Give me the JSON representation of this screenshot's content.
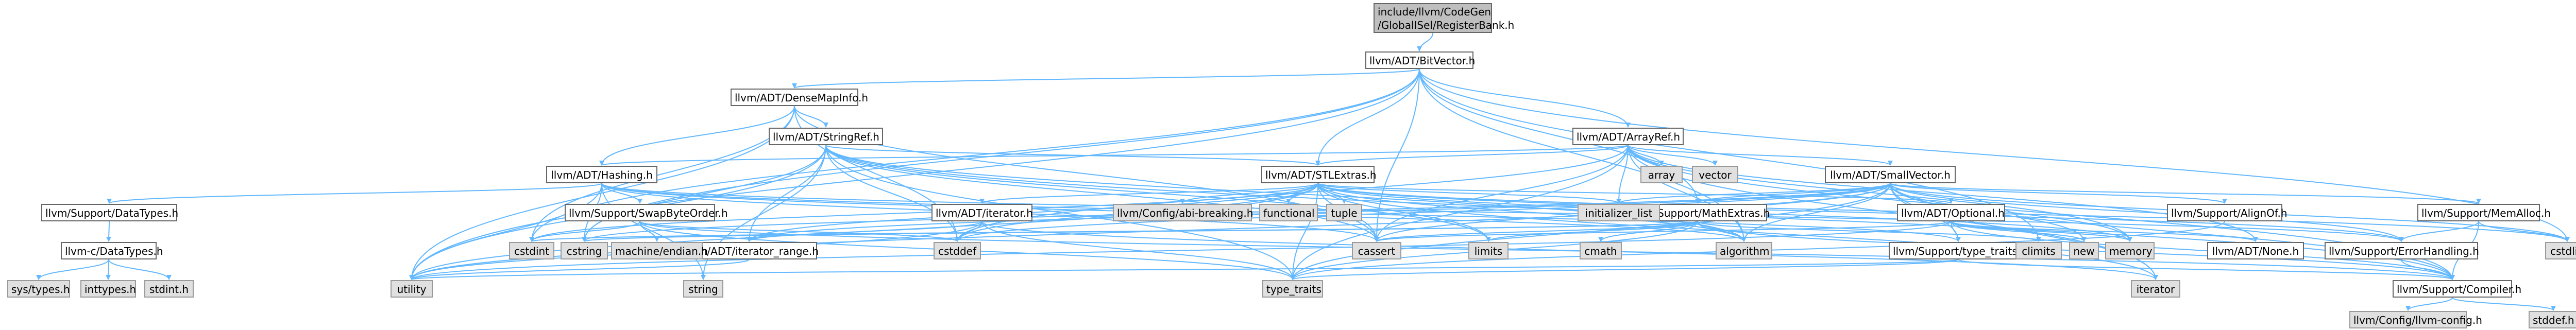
{
  "root": {
    "line1": "include/llvm/CodeGen",
    "line2": "/GlobalISel/RegisterBank.h"
  },
  "nodes": {
    "BitVector": "llvm/ADT/BitVector.h",
    "DenseMapInfo": "llvm/ADT/DenseMapInfo.h",
    "ArrayRef": "llvm/ADT/ArrayRef.h",
    "StringRef": "llvm/ADT/StringRef.h",
    "Hashing": "llvm/ADT/Hashing.h",
    "STLExtras": "llvm/ADT/STLExtras.h",
    "SmallVector": "llvm/ADT/SmallVector.h",
    "DataTypes": "llvm/Support/DataTypes.h",
    "SwapByteOrder": "llvm/Support/SwapByteOrder.h",
    "iterator": "llvm/ADT/iterator.h",
    "Optional": "llvm/ADT/Optional.h",
    "MathExtras": "llvm/Support/MathExtras.h",
    "AlignOf": "llvm/Support/AlignOf.h",
    "MemAlloc": "llvm/Support/MemAlloc.h",
    "ConfigDataTypes": "llvm-c/DataTypes.h",
    "iterator_range": "llvm/ADT/iterator_range.h",
    "None": "llvm/ADT/None.h",
    "ErrorHandling": "llvm/Support/ErrorHandling.h",
    "type_traits_llvm": "llvm/Support/type_traits.h",
    "Compiler": "llvm/Support/Compiler.h",
    "llvm_config": "llvm/Config/llvm-config.h"
  },
  "ext": {
    "array": "array",
    "vector": "vector",
    "initializer_list": "initializer_list",
    "abi_breaking": "llvm/Config/abi-breaking.h",
    "functional": "functional",
    "tuple": "tuple",
    "cstdint": "cstdint",
    "cstring": "cstring",
    "cstddef": "cstddef",
    "machine_endian": "machine/endian.h",
    "cassert": "cassert",
    "limits": "limits",
    "cmath": "cmath",
    "algorithm": "algorithm",
    "climits": "climits",
    "new": "new",
    "memory": "memory",
    "cstdlib": "cstdlib",
    "sys_types": "sys/types.h",
    "inttypes": "inttypes.h",
    "stdint": "stdint.h",
    "utility": "utility",
    "string": "string",
    "type_traits": "type_traits",
    "iterator_std": "iterator",
    "stddef": "stddef.h"
  },
  "colors": {
    "edge": "#63b8ff",
    "node_border": "#666666",
    "ext_fill": "#e0e0e0",
    "root_fill": "#bfbfbf"
  }
}
